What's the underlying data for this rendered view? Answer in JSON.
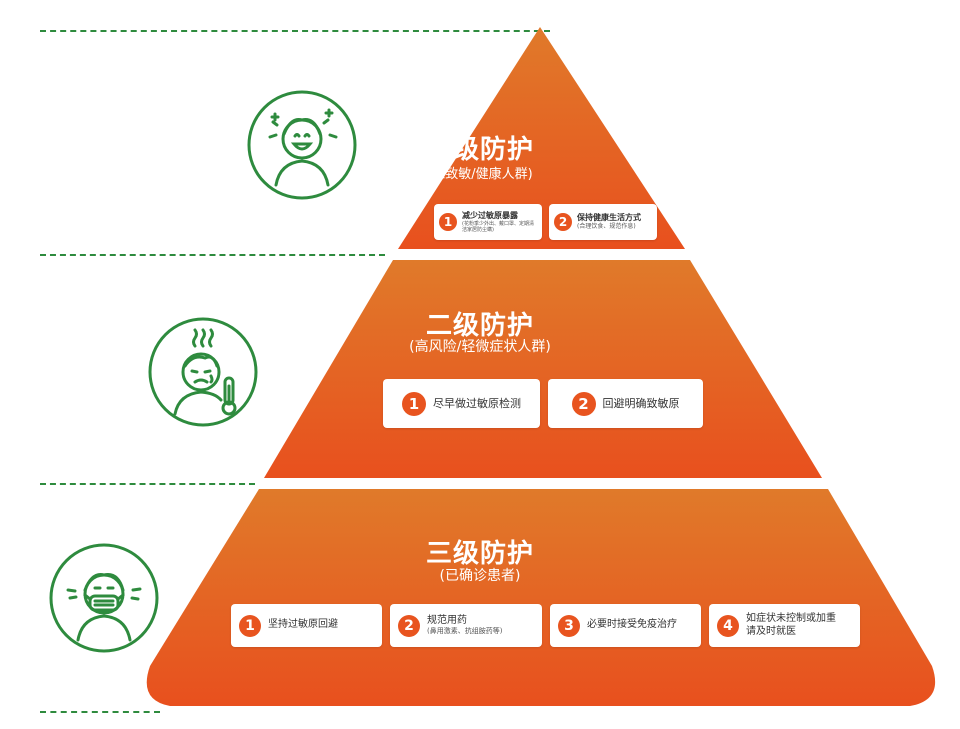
{
  "colors": {
    "green": "#2e8b3e",
    "orange_top": "#e07a2a",
    "orange_bottom": "#e8501e",
    "number_badge": "#e8541f"
  },
  "icons": {
    "tier1": "happy-face-icon",
    "tier2": "feverish-face-thermometer-icon",
    "tier3": "masked-face-icon"
  },
  "tiers": [
    {
      "title": "一级防护",
      "subtitle": "(未致敏/健康人群)",
      "items": [
        {
          "num": "1",
          "label": "减少过敏原暴露",
          "note": "(花粉季少外出、戴口罩、定期清洁家居防尘螨)"
        },
        {
          "num": "2",
          "label": "保持健康生活方式",
          "note": "(合理饮食、规范作息)"
        }
      ]
    },
    {
      "title": "二级防护",
      "subtitle": "(高风险/轻微症状人群)",
      "items": [
        {
          "num": "1",
          "label": "尽早做过敏原检测",
          "note": ""
        },
        {
          "num": "2",
          "label": "回避明确致敏原",
          "note": ""
        }
      ]
    },
    {
      "title": "三级防护",
      "subtitle": "(已确诊患者)",
      "items": [
        {
          "num": "1",
          "label": "坚持过敏原回避",
          "note": ""
        },
        {
          "num": "2",
          "label": "规范用药",
          "note": "(鼻用激素、抗组胺药等)"
        },
        {
          "num": "3",
          "label": "必要时接受免疫治疗",
          "note": ""
        },
        {
          "num": "4",
          "label": "如症状未控制或加重请及时就医",
          "note": ""
        }
      ]
    }
  ]
}
